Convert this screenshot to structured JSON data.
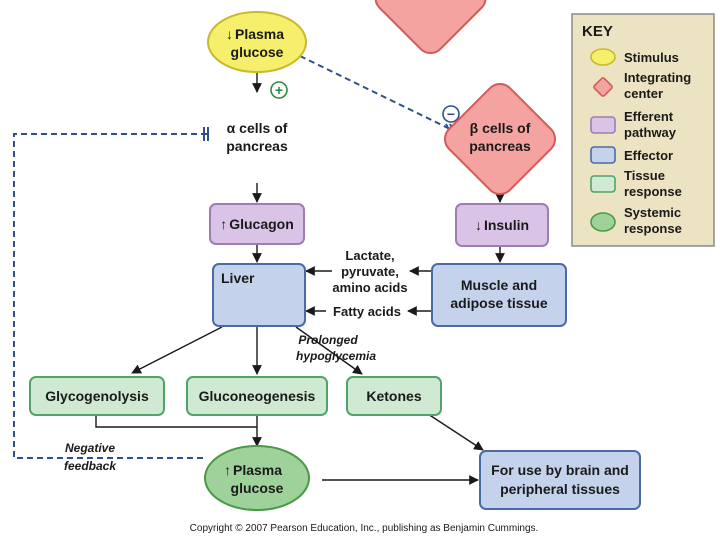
{
  "colors": {
    "stimulus_fill": "#f5ef6b",
    "stimulus_stroke": "#c9b92c",
    "integrating_fill": "#f4a3a0",
    "integrating_stroke": "#d35a5a",
    "efferent_fill": "#d9c3e6",
    "efferent_stroke": "#9f7cb4",
    "effector_fill": "#c4d2ec",
    "effector_stroke": "#4a6aa8",
    "tissue_fill": "#cfe9d3",
    "tissue_stroke": "#52a36a",
    "systemic_fill": "#9fd29a",
    "systemic_stroke": "#4a9a45",
    "key_bg": "#ece3c2",
    "dashed_line": "#2d4f8a"
  },
  "nodes": {
    "stimulus": {
      "line1": "Plasma",
      "line2": "glucose"
    },
    "alpha_cells": {
      "line1": "cells of",
      "line2": "pancreas",
      "greek": "α"
    },
    "beta_cells": {
      "line1": "cells of",
      "line2": "pancreas",
      "greek": "β"
    },
    "glucagon": {
      "label": "Glucagon"
    },
    "insulin": {
      "label": "Insulin"
    },
    "liver": {
      "label": "Liver"
    },
    "muscle": {
      "line1": "Muscle and",
      "line2": "adipose tissue"
    },
    "substrates": {
      "line1": "Lactate,",
      "line2": "pyruvate,",
      "line3": "amino acids"
    },
    "fatty_acids": {
      "label": "Fatty acids"
    },
    "prolonged": {
      "line1": "Prolonged",
      "line2": "hypoglycemia"
    },
    "glycogenolysis": {
      "label": "Glycogenolysis"
    },
    "gluconeogenesis": {
      "label": "Gluconeogenesis"
    },
    "ketones": {
      "label": "Ketones"
    },
    "systemic": {
      "line1": "Plasma",
      "line2": "glucose"
    },
    "brain": {
      "line1": "For use by brain and",
      "line2": "peripheral tissues"
    },
    "negative_feedback": {
      "line1": "Negative",
      "line2": "feedback"
    }
  },
  "signs": {
    "plus": "+",
    "minus": "−",
    "up_arrow": "↑",
    "down_arrow": "↓"
  },
  "key": {
    "title": "KEY",
    "items": [
      {
        "line1": "Stimulus",
        "line2": ""
      },
      {
        "line1": "Integrating",
        "line2": "center"
      },
      {
        "line1": "Efferent",
        "line2": "pathway"
      },
      {
        "line1": "Effector",
        "line2": ""
      },
      {
        "line1": "Tissue",
        "line2": "response"
      },
      {
        "line1": "Systemic",
        "line2": "response"
      }
    ]
  },
  "copyright": "Copyright © 2007 Pearson Education, Inc., publishing as Benjamin Cummings."
}
